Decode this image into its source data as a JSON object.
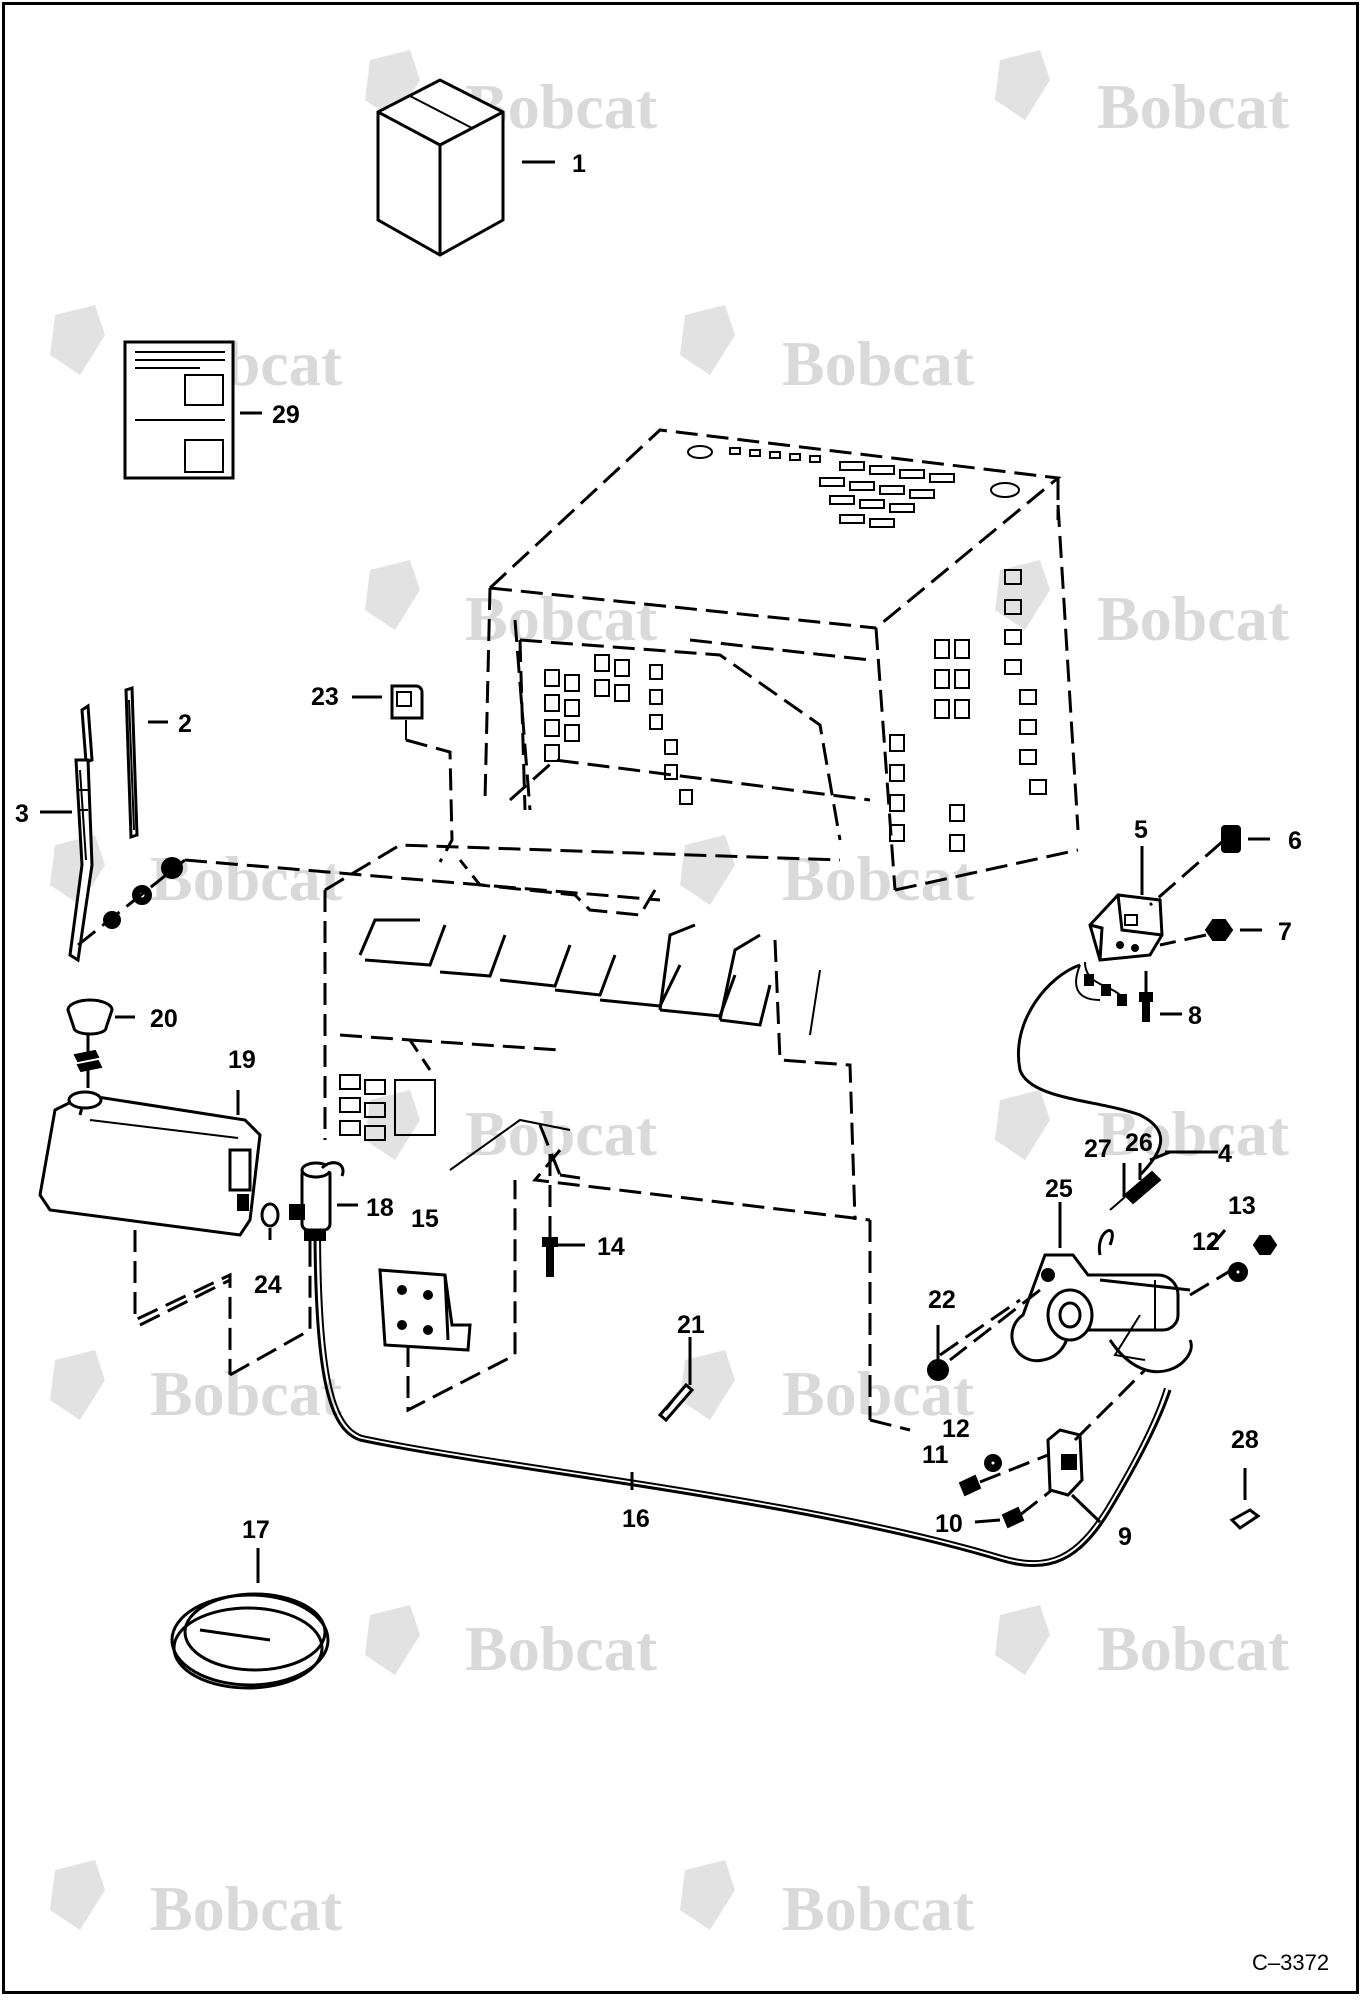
{
  "watermark": {
    "brand": "Bobcat"
  },
  "figure_ref": "C–3372",
  "callouts": {
    "c1": "1",
    "c2": "2",
    "c3": "3",
    "c4": "4",
    "c5": "5",
    "c6": "6",
    "c7": "7",
    "c8": "8",
    "c9": "9",
    "c10": "10",
    "c11": "11",
    "c12a": "12",
    "c12b": "12",
    "c13": "13",
    "c14": "14",
    "c15": "15",
    "c16": "16",
    "c17": "17",
    "c18": "18",
    "c19": "19",
    "c20": "20",
    "c21": "21",
    "c22": "22",
    "c23": "23",
    "c24": "24",
    "c25": "25",
    "c26": "26",
    "c27": "27",
    "c28": "28",
    "c29": "29"
  },
  "colors": {
    "line": "#000000",
    "watermark": "#d9d9d9",
    "background": "#ffffff"
  }
}
